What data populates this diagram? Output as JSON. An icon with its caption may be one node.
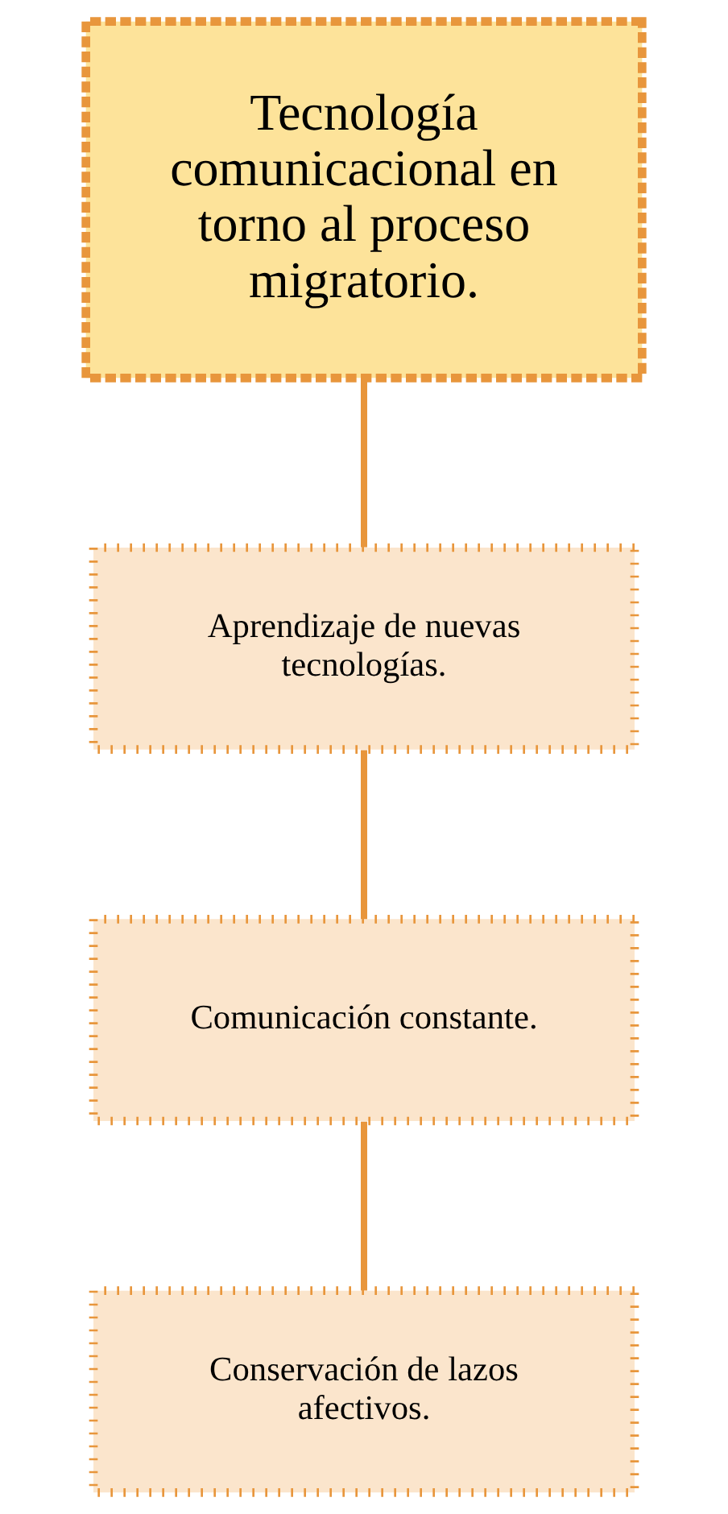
{
  "diagram": {
    "nodes": [
      {
        "text": [
          "Tecnología comunicacional en torno al proceso migratorio."
        ]
      },
      {
        "text": [
          "Aprendizaje de nuevas tecnologías."
        ]
      },
      {
        "text": [
          "Comunicación constante."
        ]
      },
      {
        "text": [
          "Conservación de lazos afectivos."
        ]
      }
    ],
    "edges": [
      {
        "from": 0,
        "to": 1,
        "arrow": "none"
      },
      {
        "from": 1,
        "to": 2,
        "arrow": "none"
      },
      {
        "from": 2,
        "to": 3,
        "arrow": "none"
      }
    ]
  }
}
